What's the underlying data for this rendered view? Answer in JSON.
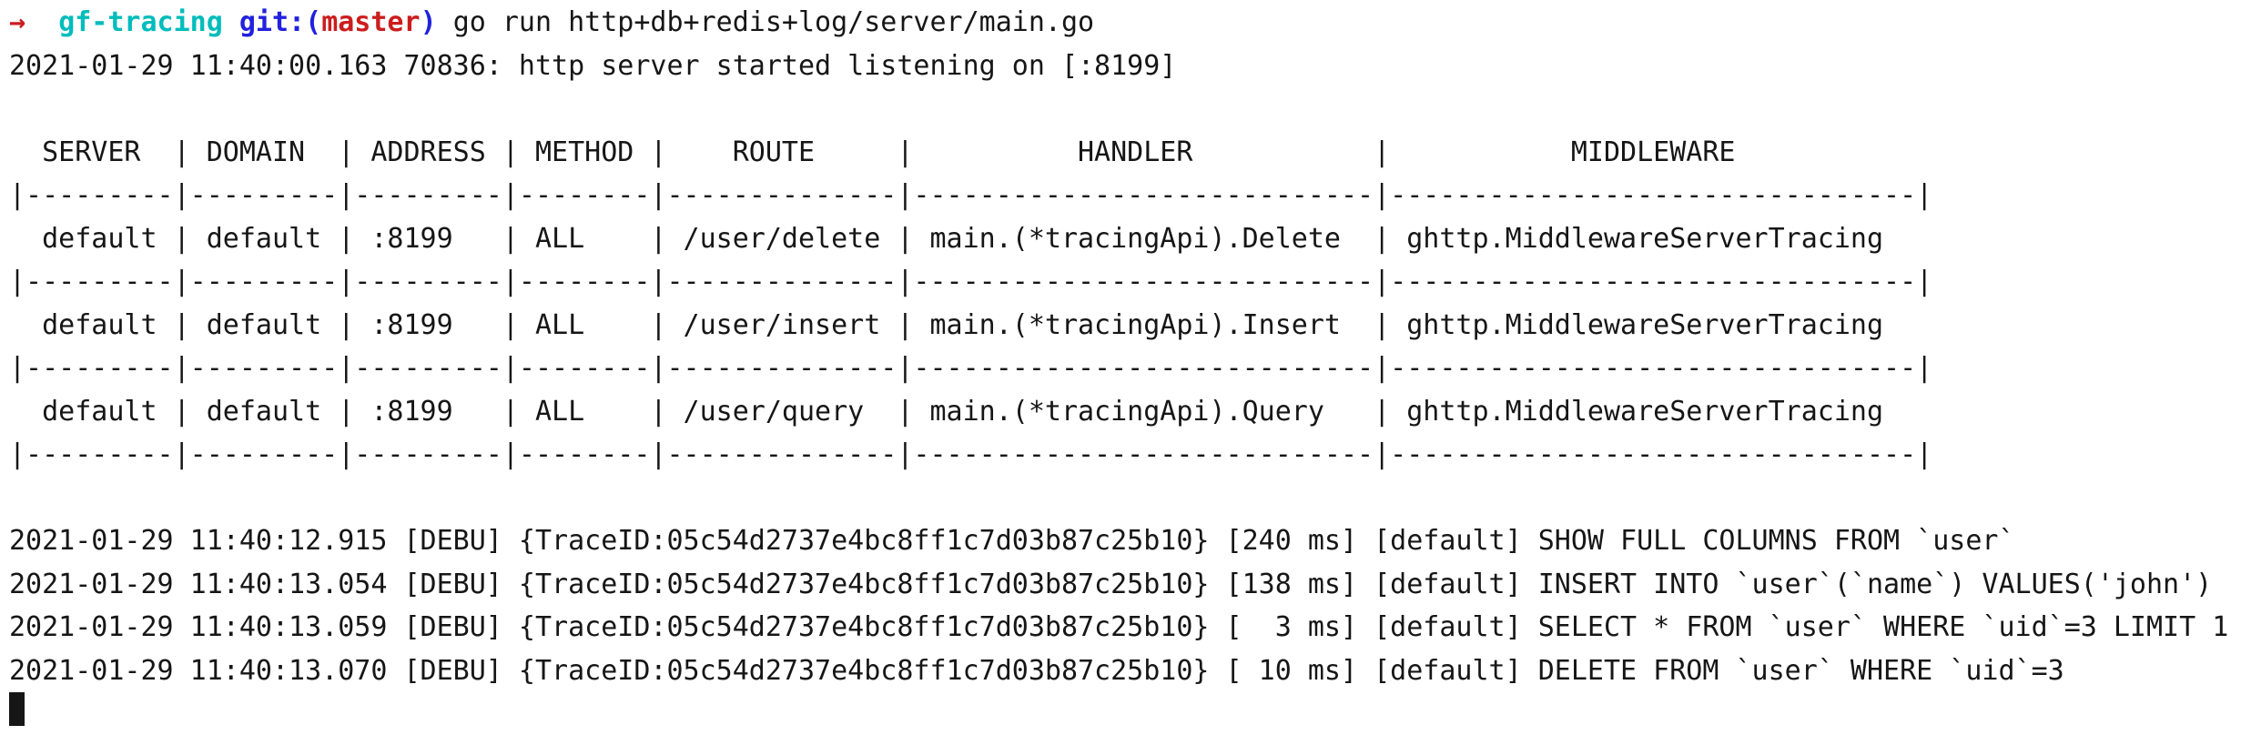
{
  "colors": {
    "background": "#ffffff",
    "foreground": "#161616",
    "prompt_arrow_red": "#cc1d1d",
    "prompt_dir_cyan": "#00bcbc",
    "git_decoration_blue": "#2121de",
    "git_branch_red": "#cc1d1d"
  },
  "prompt": {
    "arrow": "→  ",
    "dir": "gf-tracing ",
    "git_label": "git:(",
    "git_branch": "master",
    "git_close": ") ",
    "command": "go run http+db+redis+log/server/main.go"
  },
  "startup_log": "2021-01-29 11:40:00.163 70836: http server started listening on [:8199]",
  "route_table": {
    "columns": [
      {
        "label": "SERVER",
        "width": 9
      },
      {
        "label": "DOMAIN",
        "width": 9
      },
      {
        "label": "ADDRESS",
        "width": 9
      },
      {
        "label": "METHOD",
        "width": 8
      },
      {
        "label": "ROUTE",
        "width": 14
      },
      {
        "label": "HANDLER",
        "width": 28
      },
      {
        "label": "MIDDLEWARE",
        "width": 32
      }
    ],
    "rows": [
      [
        "default",
        "default",
        ":8199",
        "ALL",
        "/user/delete",
        "main.(*tracingApi).Delete",
        "ghttp.MiddlewareServerTracing"
      ],
      [
        "default",
        "default",
        ":8199",
        "ALL",
        "/user/insert",
        "main.(*tracingApi).Insert",
        "ghttp.MiddlewareServerTracing"
      ],
      [
        "default",
        "default",
        ":8199",
        "ALL",
        "/user/query",
        "main.(*tracingApi).Query",
        "ghttp.MiddlewareServerTracing"
      ]
    ]
  },
  "db_logs": [
    {
      "timestamp": "2021-01-29 11:40:12.915",
      "level": "DEBU",
      "trace_id": "05c54d2737e4bc8ff1c7d03b87c25b10",
      "duration": "240 ms",
      "group": "default",
      "sql": "SHOW FULL COLUMNS FROM `user`"
    },
    {
      "timestamp": "2021-01-29 11:40:13.054",
      "level": "DEBU",
      "trace_id": "05c54d2737e4bc8ff1c7d03b87c25b10",
      "duration": "138 ms",
      "group": "default",
      "sql": "INSERT INTO `user`(`name`) VALUES('john')"
    },
    {
      "timestamp": "2021-01-29 11:40:13.059",
      "level": "DEBU",
      "trace_id": "05c54d2737e4bc8ff1c7d03b87c25b10",
      "duration": "  3 ms",
      "group": "default",
      "sql": "SELECT * FROM `user` WHERE `uid`=3 LIMIT 1"
    },
    {
      "timestamp": "2021-01-29 11:40:13.070",
      "level": "DEBU",
      "trace_id": "05c54d2737e4bc8ff1c7d03b87c25b10",
      "duration": " 10 ms",
      "group": "default",
      "sql": "DELETE FROM `user` WHERE `uid`=3"
    }
  ]
}
